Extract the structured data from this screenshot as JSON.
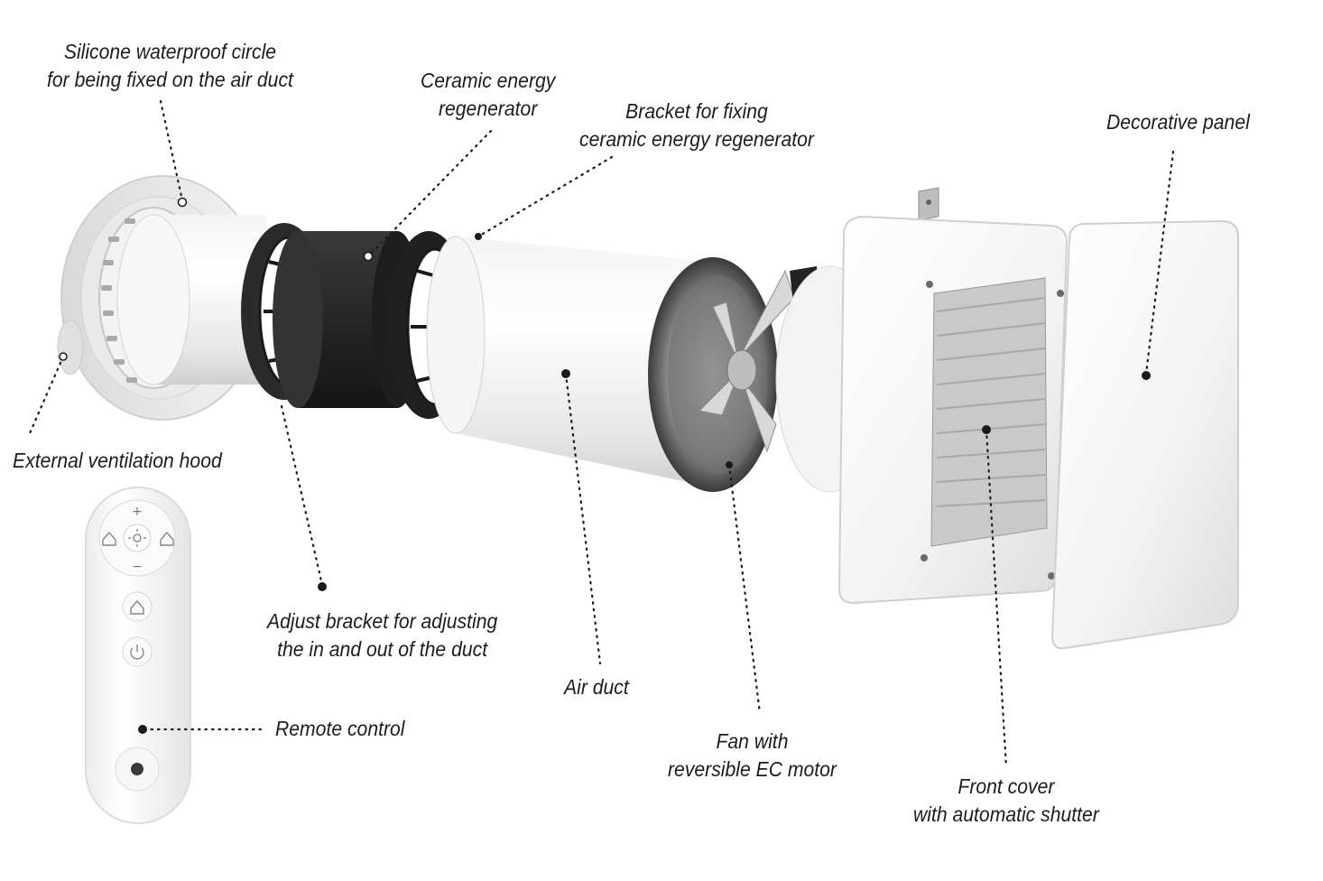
{
  "labels": {
    "silicone": [
      "Silicone waterproof circle",
      "for being fixed on the air duct"
    ],
    "ceramic": [
      "Ceramic energy",
      "regenerator"
    ],
    "bracket_fix": [
      "Bracket for fixing",
      "ceramic energy regenerator"
    ],
    "decorative": [
      "Decorative panel"
    ],
    "hood": [
      "External ventilation hood"
    ],
    "adjust": [
      "Adjust bracket for adjusting",
      "the in and out of the duct"
    ],
    "air_duct": [
      "Air duct"
    ],
    "remote": [
      "Remote control"
    ],
    "fan": [
      "Fan with",
      "reversible EC motor"
    ],
    "front_cover": [
      "Front cover",
      "with automatic shutter"
    ]
  },
  "remote_buttons": {
    "plus": "+",
    "minus": "−"
  }
}
